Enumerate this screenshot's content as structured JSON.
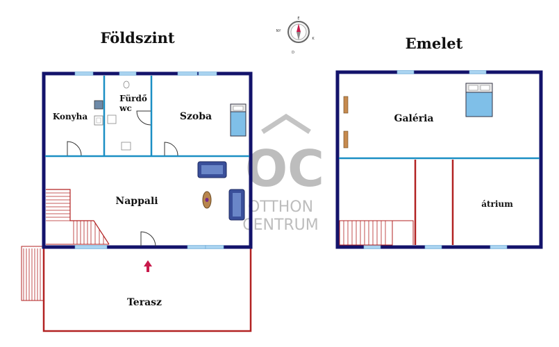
{
  "titles": {
    "ground_floor": "Földszint",
    "upper_floor": "Emelet"
  },
  "rooms": {
    "konyha": "Konyha",
    "furdo": "Fürdő",
    "wc": "wc",
    "szoba": "Szoba",
    "nappali": "Nappali",
    "terasz": "Terasz",
    "galeria": "Galéria",
    "atrium": "átrium"
  },
  "compass": {
    "north": "É",
    "east": "K",
    "south": "D",
    "west": "NY"
  },
  "watermark": {
    "logo": "OC",
    "line1": "OTTHON",
    "line2": "CENTRUM"
  },
  "colors": {
    "outer_wall": "#13136b",
    "inner_wall": "#1b8fc4",
    "terrace_wall": "#b22222",
    "window": "#a9d3f0",
    "entrance_arrow": "#c8194b"
  }
}
